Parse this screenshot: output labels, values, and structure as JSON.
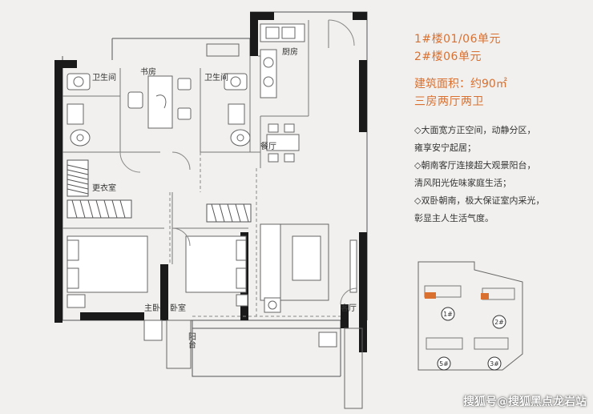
{
  "info": {
    "unit_line_1": "1#楼01/06单元",
    "unit_line_2": "2#楼06单元",
    "area_line": "建筑面积：约90㎡",
    "layout_line": "三房两厅两卫",
    "features": [
      "◇大面宽方正空间，动静分区，",
      "  雍享安宁起居；",
      "◇朝南客厅连接超大观景阳台，",
      "  清风阳光佐味家庭生活；",
      "◇双卧朝南，极大保证室内采光，",
      "  彰显主人生活气度。"
    ]
  },
  "rooms": {
    "bathroom_1": "卫生间",
    "study": "书房",
    "bathroom_2": "卫生间",
    "kitchen": "厨房",
    "dining": "餐厅",
    "closet": "更衣室",
    "master_bedroom": "主卧",
    "second_bedroom": "卧室",
    "living_room": "客厅",
    "balcony": "阳台"
  },
  "site_map": {
    "buildings": [
      "1#",
      "2#",
      "5#",
      "3#"
    ],
    "accent_color": "#d9702f"
  },
  "watermark": "搜狐号@搜狐黑点龙岩站"
}
